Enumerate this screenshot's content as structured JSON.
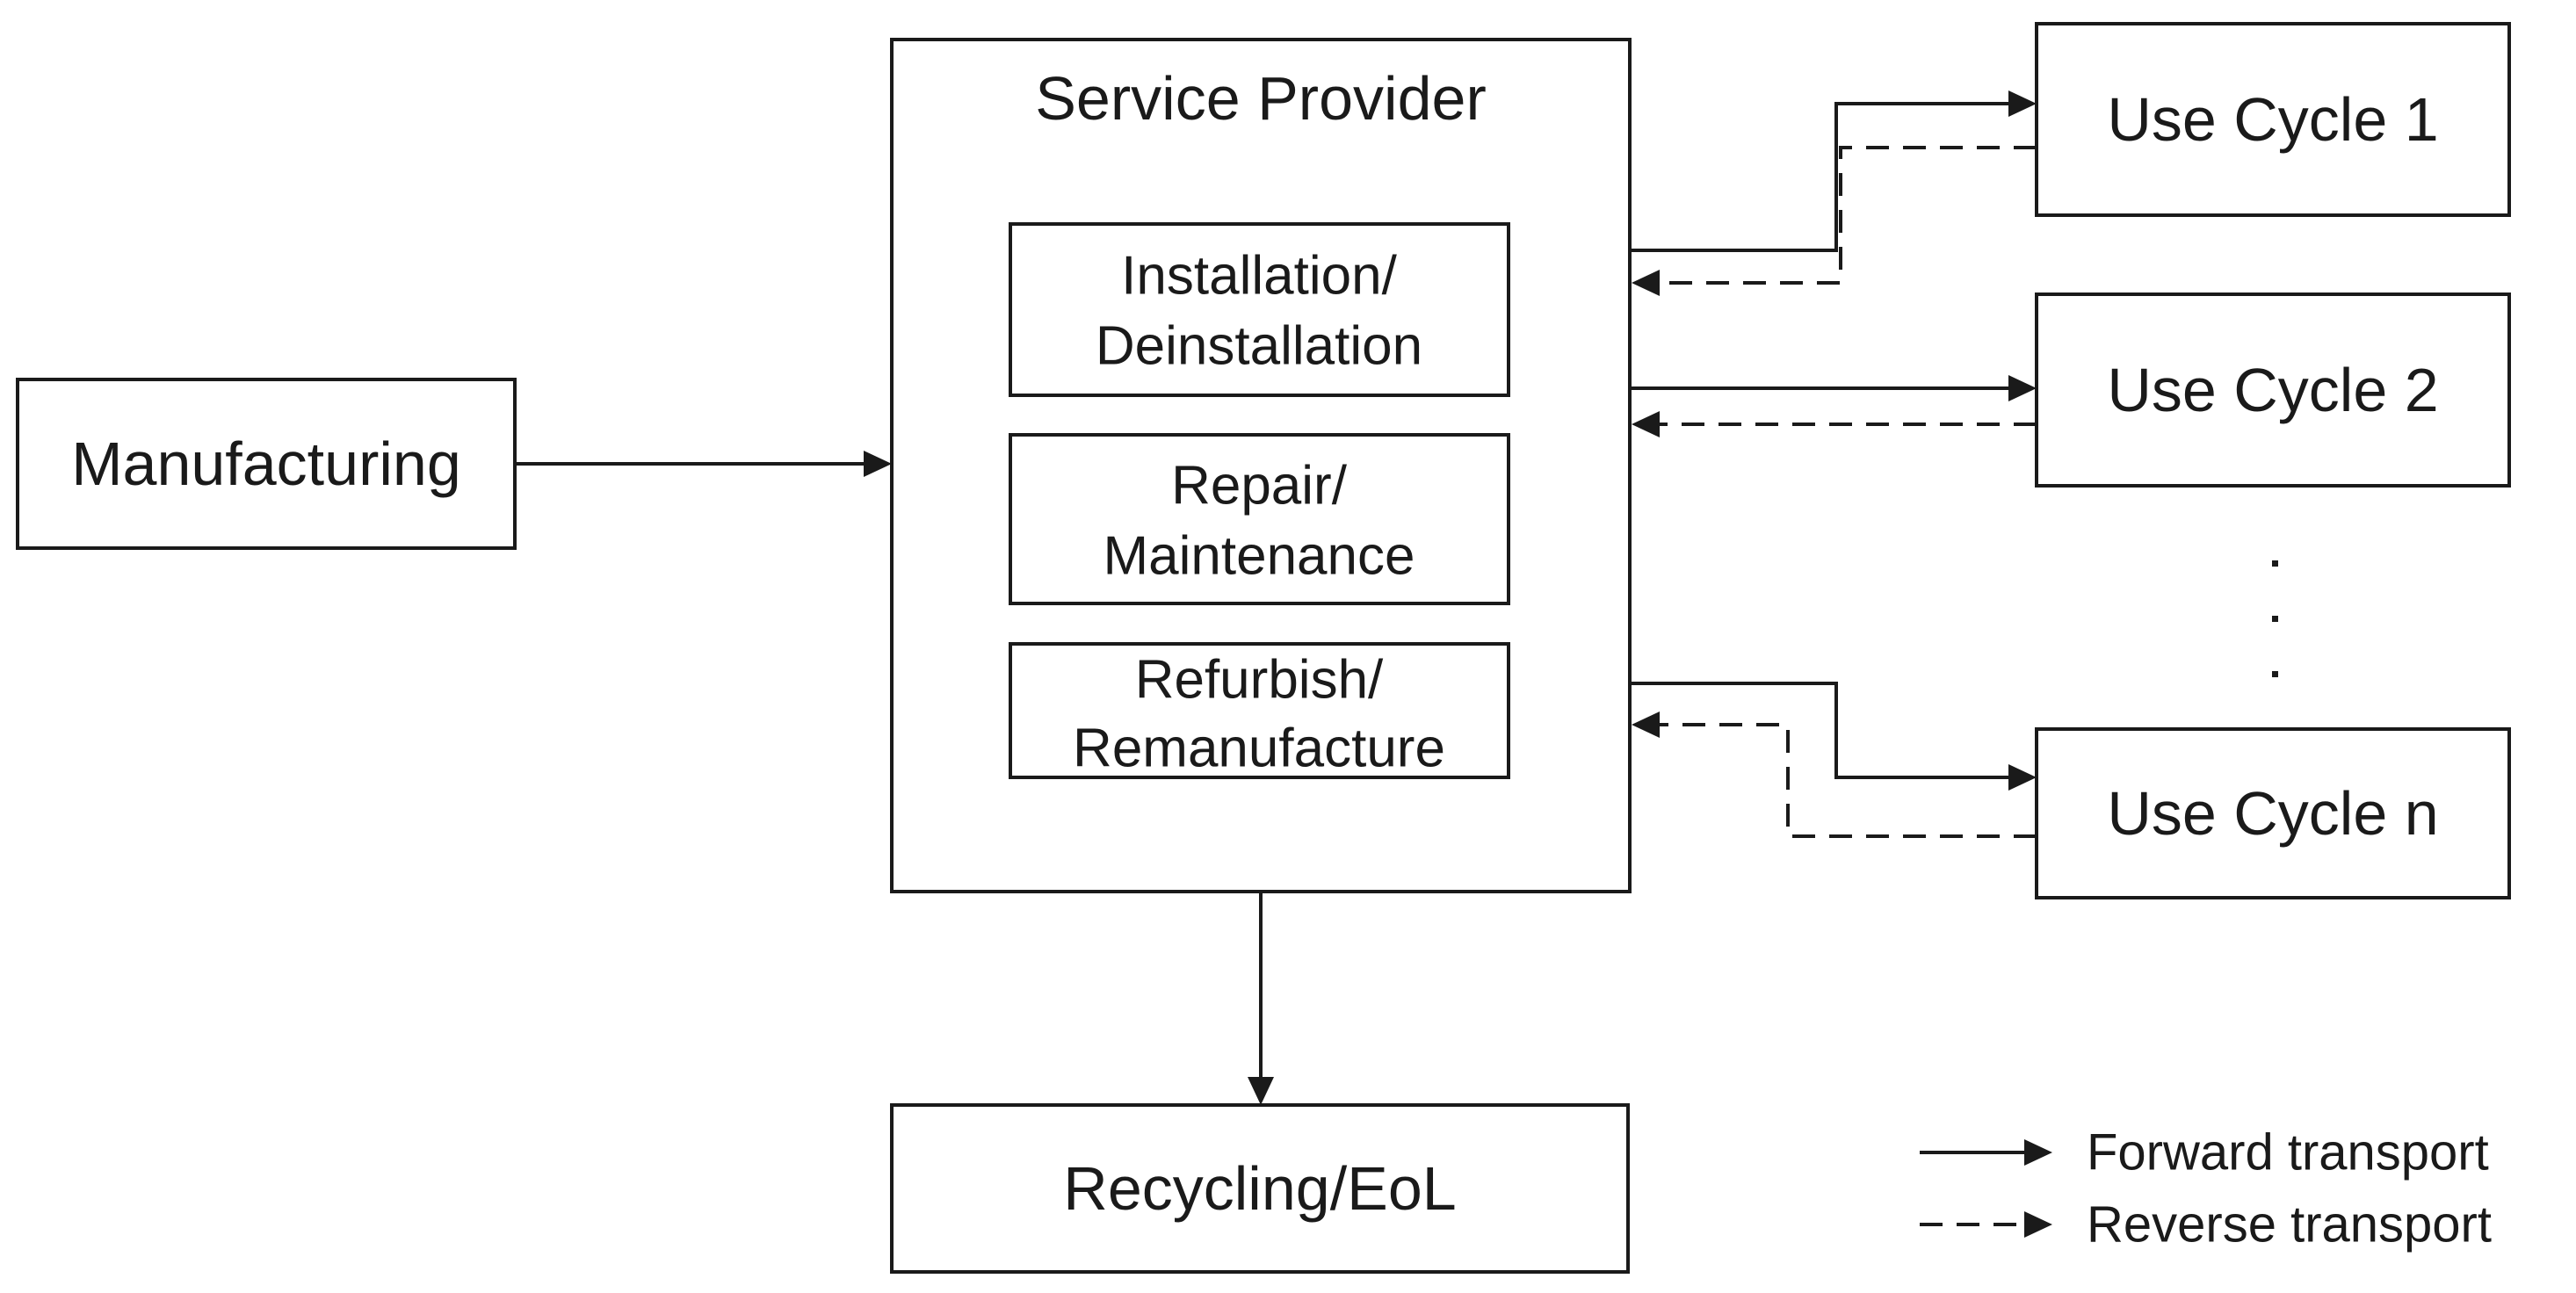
{
  "nodes": {
    "manufacturing": "Manufacturing",
    "service_provider": "Service Provider",
    "installation_line1": "Installation/",
    "installation_line2": "Deinstallation",
    "repair_line1": "Repair/",
    "repair_line2": "Maintenance",
    "refurbish_line1": "Refurbish/",
    "refurbish_line2": "Remanufacture",
    "use_cycle_1": "Use Cycle 1",
    "use_cycle_2": "Use Cycle 2",
    "use_cycle_n": "Use Cycle n",
    "recycling": "Recycling/EoL"
  },
  "legend": {
    "forward": "Forward transport",
    "reverse": "Reverse transport"
  },
  "colors": {
    "line": "#1a1a1a",
    "background": "#ffffff"
  }
}
